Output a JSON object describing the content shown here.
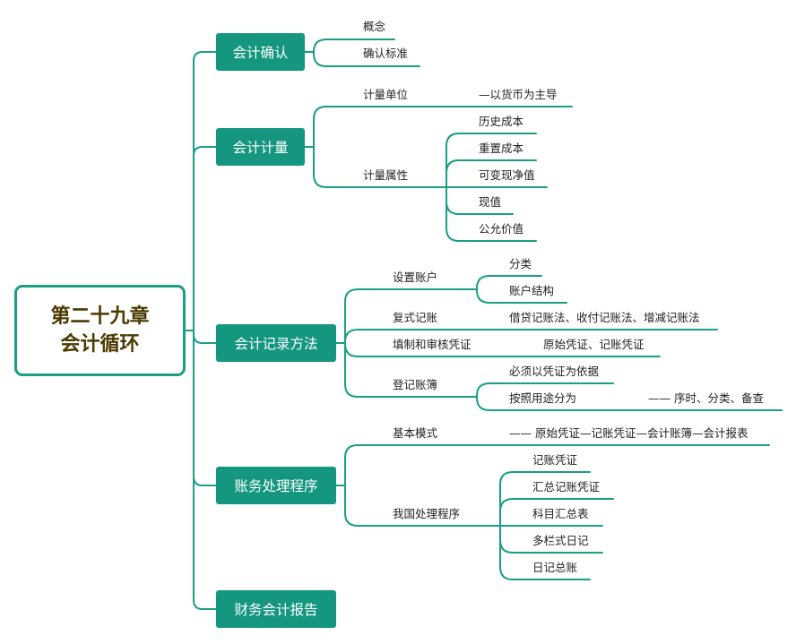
{
  "root": {
    "line1": "第二十九章",
    "line2": "会计循环"
  },
  "colors": {
    "accent": "#14967f",
    "line": "#1a9e86",
    "root_text": "#4a3a00"
  },
  "branches": {
    "recognition": {
      "label": "会计确认",
      "children": {
        "concept": "概念",
        "criteria": "确认标准"
      }
    },
    "measurement": {
      "label": "会计计量",
      "unit": {
        "label": "计量单位",
        "value": "—以货币为主导"
      },
      "attributes": {
        "label": "计量属性",
        "items": [
          "历史成本",
          "重置成本",
          "可变现净值",
          "现值",
          "公允价值"
        ]
      }
    },
    "recording": {
      "label": "会计记录方法",
      "accounts": {
        "label": "设置账户",
        "items": [
          "分类",
          "账户结构"
        ]
      },
      "double_entry": {
        "label": "复式记账",
        "value": "借贷记账法、收付记账法、增减记账法"
      },
      "vouchers": {
        "label": "填制和审核凭证",
        "value": "原始凭证、记账凭证"
      },
      "books": {
        "label": "登记账簿",
        "basis": "必须以凭证为依据",
        "by_use": {
          "label": "按照用途分为",
          "value": "—— 序时、分类、备查"
        }
      }
    },
    "processing": {
      "label": "账务处理程序",
      "basic": {
        "label": "基本模式",
        "value": "—— 原始凭证—记账凭证—会计账簿—会计报表"
      },
      "domestic": {
        "label": "我国处理程序",
        "items": [
          "记账凭证",
          "汇总记账凭证",
          "科目汇总表",
          "多栏式日记",
          "日记总账"
        ]
      }
    },
    "reporting": {
      "label": "财务会计报告"
    }
  }
}
